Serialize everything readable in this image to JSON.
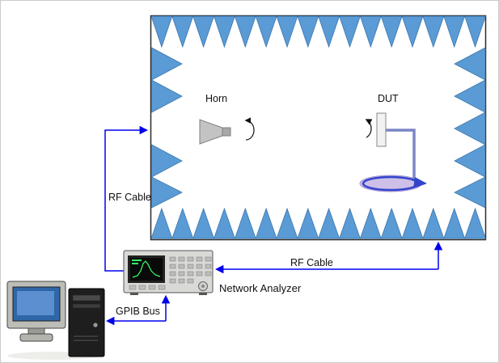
{
  "diagram": {
    "labels": {
      "horn": "Horn",
      "dut": "DUT",
      "rf_cable_left": "RF Cable",
      "rf_cable_right": "RF Cable",
      "gpib_bus": "GPIB Bus",
      "network_analyzer": "Network Analyzer"
    },
    "colors": {
      "absorber_fill": "#5b9bd5",
      "absorber_edge": "#3a76ad",
      "cable": "#0000ee",
      "turntable_fill": "#cdbfe8",
      "turntable_edge": "#9f8fd0",
      "swirl_arrow": "#3344cc",
      "stand": "#7b86c8",
      "monitor_screen": "#2f66a8",
      "analyzer_trace_green": "#33ff66"
    }
  }
}
